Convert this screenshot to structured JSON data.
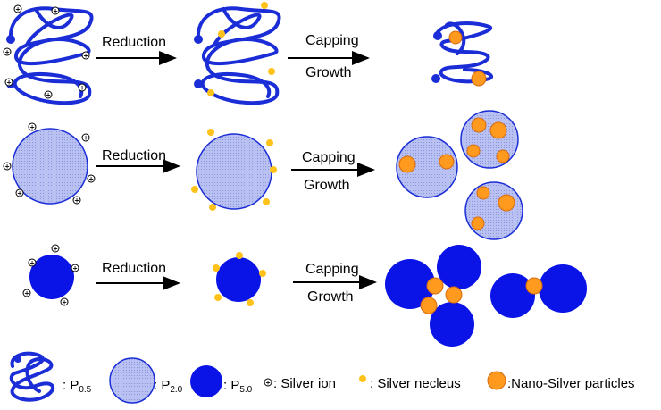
{
  "arrows": {
    "reduction": "Reduction",
    "capping": "Capping",
    "growth": "Growth"
  },
  "legend": {
    "p05_prefix": ": P",
    "p05_sub": "0.5",
    "p20_prefix": ": P",
    "p20_sub": "2.0",
    "p50_prefix": ": P",
    "p50_sub": "5.0",
    "silver_ion": ": Silver ion",
    "silver_nucleus": ": Silver necleus",
    "nano_silver": ":Nano-Silver particles"
  },
  "colors": {
    "polymer_dark": "#1a2dd6",
    "polymer_light": "#aab4ee",
    "silver_nucleus": "#ffc21a",
    "nano_silver": "#ff9a1e",
    "nano_silver_stroke": "#d76a10"
  }
}
